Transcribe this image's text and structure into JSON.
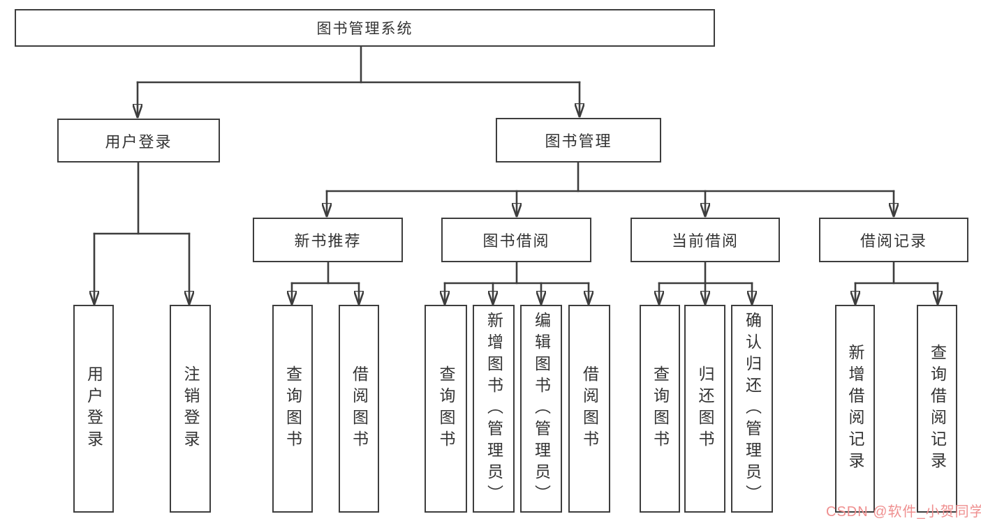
{
  "colors": {
    "line": "#3d3d3d",
    "text": "#333333",
    "background": "#ffffff",
    "watermark": "#ef8f8f"
  },
  "diagram": {
    "root": {
      "label": "图书管理系统"
    },
    "branches": [
      {
        "label": "用户登录",
        "children": [
          {
            "label": "用户登录"
          },
          {
            "label": "注销登录"
          }
        ]
      },
      {
        "label": "图书管理",
        "children": [
          {
            "label": "新书推荐",
            "children": [
              {
                "label": "查询图书"
              },
              {
                "label": "借阅图书"
              }
            ]
          },
          {
            "label": "图书借阅",
            "children": [
              {
                "label": "查询图书"
              },
              {
                "label": "新增图书（管理员）"
              },
              {
                "label": "编辑图书（管理员）"
              },
              {
                "label": "借阅图书"
              }
            ]
          },
          {
            "label": "当前借阅",
            "children": [
              {
                "label": "查询图书"
              },
              {
                "label": "归还图书"
              },
              {
                "label": "确认归还（管理员）"
              }
            ]
          },
          {
            "label": "借阅记录",
            "children": [
              {
                "label": "新增借阅记录"
              },
              {
                "label": "查询借阅记录"
              }
            ]
          }
        ]
      }
    ]
  },
  "watermark": {
    "text": "CSDN @软件_小贺同学"
  }
}
